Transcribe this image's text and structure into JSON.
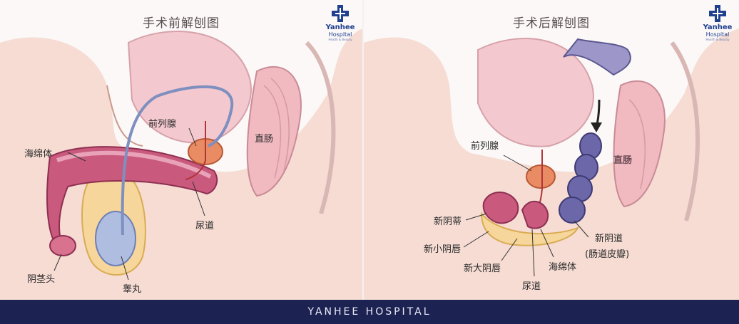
{
  "left": {
    "title": "手术前解刨图",
    "labels": {
      "prostate": "前列腺",
      "rectum": "直肠",
      "corpus_spongiosum": "海绵体",
      "urethra": "尿道",
      "glans": "阴茎头",
      "testicle": "睾丸"
    }
  },
  "right": {
    "title": "手术后解刨图",
    "labels": {
      "prostate": "前列腺",
      "rectum": "直肠",
      "neo_clitoris": "新阴蒂",
      "neo_labia_minora": "新小阴唇",
      "neo_labia_majora": "新大阴唇",
      "urethra": "尿道",
      "corpus_spongiosum": "海绵体",
      "neo_vagina": "新阴道",
      "neo_vagina_note": "(肠道皮瓣)"
    }
  },
  "logo": {
    "line1": "Yanhee",
    "line2": "Hospital",
    "line3": "Health & Beauty"
  },
  "footer": {
    "text": "YANHEE HOSPITAL"
  },
  "colors": {
    "footer_bg": "#1c2352",
    "brand_blue": "#1f3f8f"
  }
}
